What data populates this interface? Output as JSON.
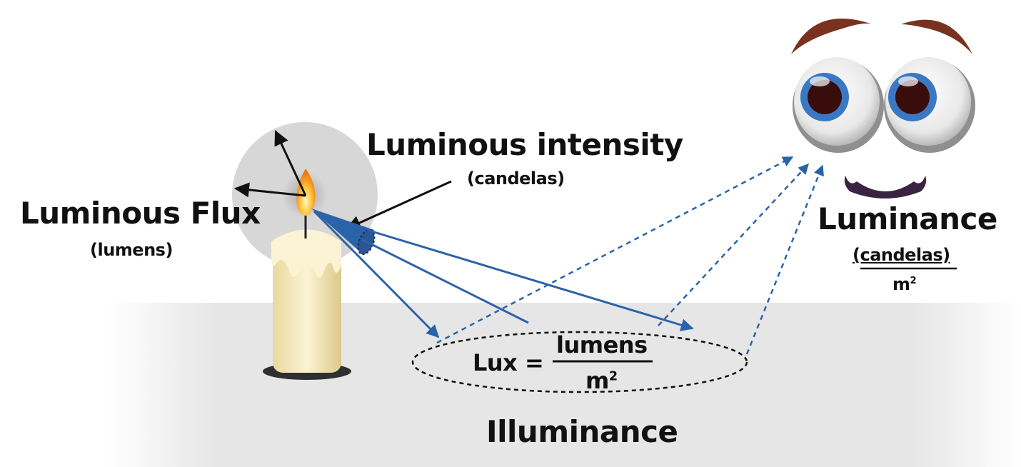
{
  "diagram": {
    "luminous_flux": {
      "title": "Luminous Flux",
      "unit": "(lumens)"
    },
    "luminous_intensity": {
      "title": "Luminous intensity",
      "unit": "(candelas)"
    },
    "luminance": {
      "title": "Luminance",
      "numerator": "(candelas)",
      "denominator": "m",
      "denominator_exp": "2"
    },
    "illuminance": {
      "title": "Illuminance",
      "formula_lhs": "Lux =",
      "formula_numerator": "lumens",
      "formula_denominator": "m",
      "formula_denominator_exp": "2"
    }
  },
  "colors": {
    "ray_blue": "#2b63a8",
    "floor_gray": "#e3e3e3",
    "halo_gray": "#d7d7d7",
    "candle_cream": "#f3e7b6",
    "iris_blue": "#3b78c4",
    "brow_brown": "#7a3220",
    "mouth_purple": "#3a2340"
  },
  "icons": [
    "candle-icon",
    "eyes-icon"
  ]
}
